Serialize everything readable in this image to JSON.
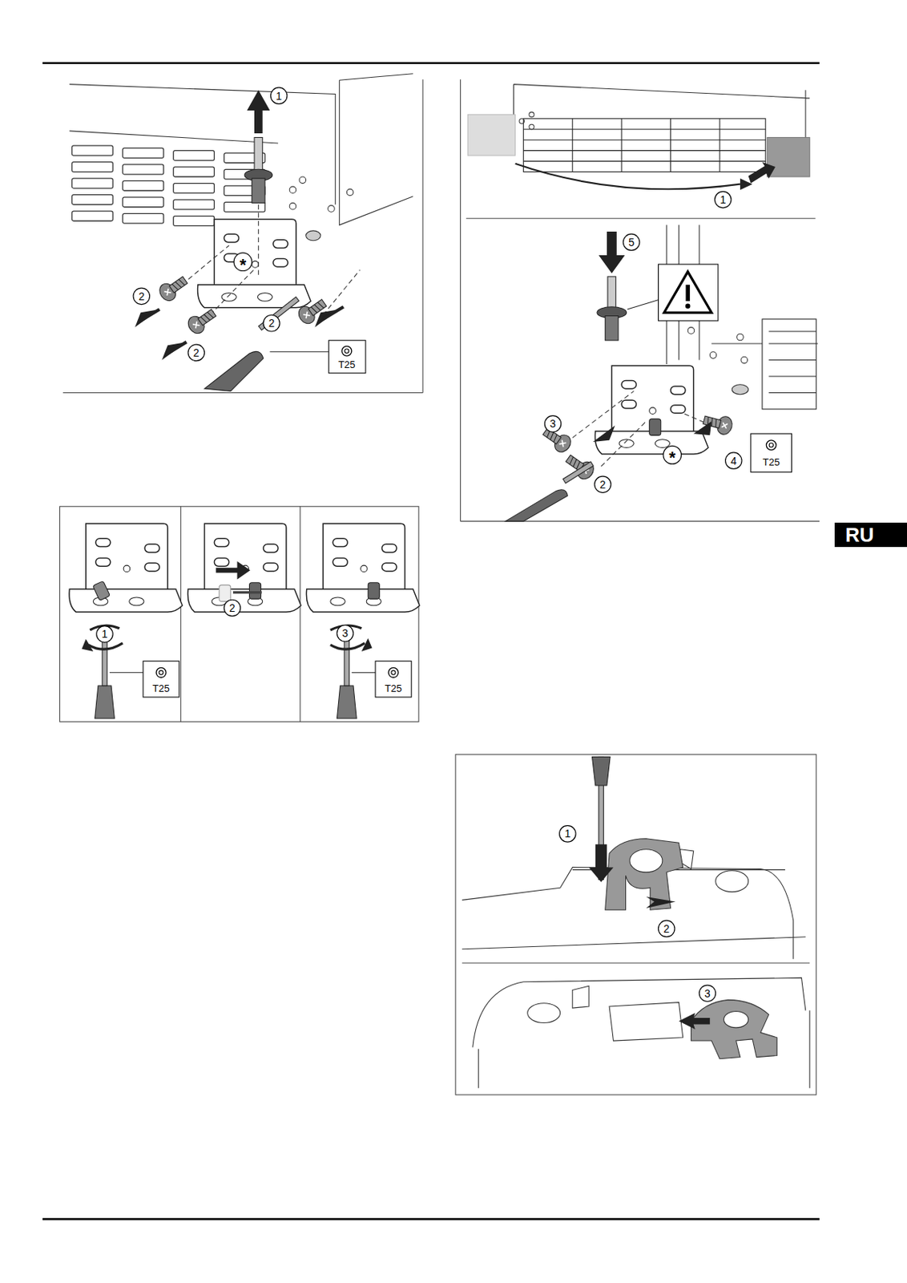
{
  "diagram": {
    "nodes": [
      {
        "text": [
          "RU"
        ]
      }
    ],
    "labels": [
      "1",
      "*",
      "2",
      "2",
      "2",
      "T25",
      "1",
      "T25",
      "2",
      "3",
      "T25",
      "1",
      "5",
      "3",
      "*",
      "2",
      "4",
      "T25",
      "1",
      "2",
      "3"
    ]
  }
}
